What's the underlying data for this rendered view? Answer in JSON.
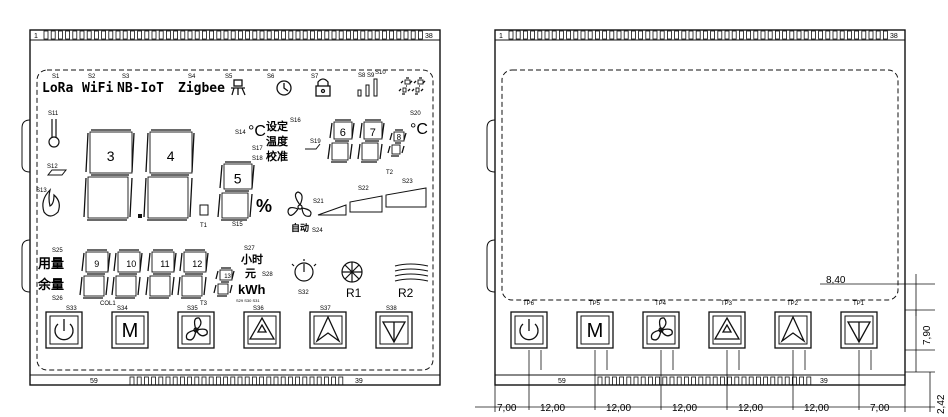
{
  "left_panel": {
    "pin_first": "1",
    "pin_last_top": "38",
    "pin_bottom_left": "59",
    "pin_bottom_right": "39",
    "segments_top_row": [
      {
        "tag": "S1",
        "text": "LoRa"
      },
      {
        "tag": "S2",
        "text": "WiFi"
      },
      {
        "tag": "S3",
        "text": "NB-IoT"
      },
      {
        "tag": "S4",
        "text": "Zigbee"
      },
      {
        "tag": "S5",
        "text": ""
      },
      {
        "tag": "S6",
        "text": ""
      },
      {
        "tag": "S7",
        "text": ""
      },
      {
        "tag": "S8 S9",
        "text": ""
      },
      {
        "tag": "S10",
        "text": ""
      }
    ],
    "s11": "S11",
    "s12": "S12",
    "s13": "S13",
    "s14": "S14",
    "s15": "S15",
    "s16": "S16",
    "s17": "S17",
    "s18": "S18",
    "s19": "S19",
    "s20": "S20",
    "s21": "S21",
    "s22": "S22",
    "s23": "S23",
    "s24": "S24",
    "s25": "S25",
    "s26": "S26",
    "s27": "S27",
    "s28": "S28",
    "s32": "S32",
    "s33": "S33",
    "s34": "S34",
    "s35": "S35",
    "s36": "S36",
    "s37": "S37",
    "s38": "S38",
    "t1": "T1",
    "t2": "T2",
    "t3": "T3",
    "col1": "COL1",
    "s29_31": "S29 S30 S31",
    "digits_big": [
      "3",
      "4"
    ],
    "digit_small": "5",
    "digits_right": [
      "6",
      "7",
      "8"
    ],
    "digits_bottom": [
      "9",
      "10",
      "11",
      "12"
    ],
    "digit_tiny": "13",
    "percent": "%",
    "celsius": "°C",
    "text_setting": "设定",
    "text_temp": "温度",
    "text_calib": "校准",
    "text_auto": "自动",
    "text_usage": "用量",
    "text_remain": "余量",
    "text_hour": "小时",
    "text_yuan": "元",
    "text_kwh": "kWh",
    "r1": "R1",
    "r2": "R2",
    "button_m": "M"
  },
  "right_panel": {
    "pin_first": "1",
    "pin_last_top": "38",
    "pin_bottom_left": "59",
    "pin_bottom_right": "39",
    "test_points": [
      "TP6",
      "TP5",
      "TP4",
      "TP3",
      "TP2",
      "TP1"
    ],
    "button_m": "M",
    "dim_top": "8,40",
    "dim_height": "7,90",
    "dim_bottom": "2,42",
    "dims_bottom": [
      "7,00",
      "12,00",
      "12,00",
      "12,00",
      "12,00",
      "12,00",
      "7,00"
    ]
  }
}
